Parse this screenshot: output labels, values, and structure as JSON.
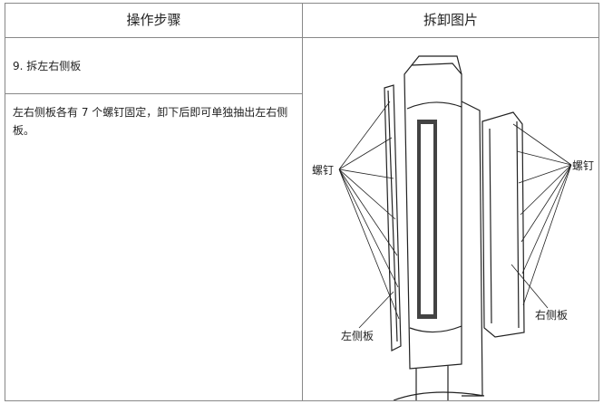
{
  "table": {
    "headers": [
      "操作步骤",
      "拆卸图片"
    ],
    "step_title": "9. 拆左右侧板",
    "step_desc": "左右侧板各有 7 个螺钉固定，卸下后即可单独抽出左右侧板。",
    "figure_labels": {
      "screw_left": "螺钉",
      "screw_right": "螺钉",
      "left_panel": "左侧板",
      "right_panel": "右侧板"
    }
  }
}
